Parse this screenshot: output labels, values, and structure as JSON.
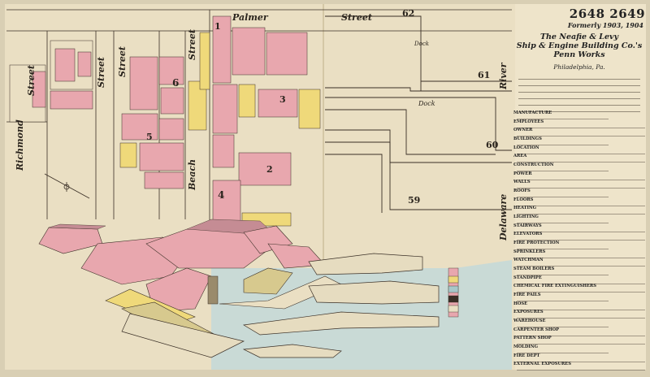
{
  "sheet": {
    "number": "2648 2649",
    "formerly": "Formerly 1903, 1904",
    "company_lines": [
      "The Neafie & Levy",
      "Ship & Engine Building Co.'s",
      "Penn Works"
    ],
    "city": "Philadelphia, Pa."
  },
  "map": {
    "streets": {
      "palmer": "Palmer",
      "palmer_suffix": "Street",
      "richmond": "Richmond",
      "richmond_suffix": "Street",
      "beach": "Beach",
      "beach_suffix": "Street",
      "delaware": "Delaware",
      "delaware_suffix": "River"
    },
    "labels": {
      "dock": "Dock",
      "dock_upper": "Dock"
    },
    "numbers": [
      "62",
      "61",
      "60",
      "59",
      "6",
      "5",
      "4",
      "3",
      "2",
      "1"
    ],
    "colors": {
      "paper": "#e8dcc0",
      "brick_pink": "#e8a7ae",
      "frame_yellow": "#efd97a",
      "water_blue": "#a7c7c9",
      "ink": "#3a2f26"
    }
  },
  "index": {
    "sections": [
      "MANUFACTURE",
      "EMPLOYEES",
      "OWNER",
      "BUILDINGS",
      "LOCATION",
      "AREA",
      "CONSTRUCTION",
      "POWER",
      "WALLS",
      "ROOFS",
      "FLOORS",
      "HEATING",
      "LIGHTING",
      "STAIRWAYS",
      "ELEVATORS",
      "FIRE PROTECTION",
      "SPRINKLERS",
      "WATCHMAN",
      "STEAM BOILERS",
      "STANDPIPE",
      "CHEMICAL FIRE EXTINGUISHERS",
      "FIRE PAILS",
      "HOSE",
      "EXPOSURES",
      "WAREHOUSE",
      "CARPENTER SHOP",
      "PATTERN SHOP",
      "MOLDING",
      "FIRE DEPT",
      "EXTERNAL EXPOSURES"
    ]
  }
}
